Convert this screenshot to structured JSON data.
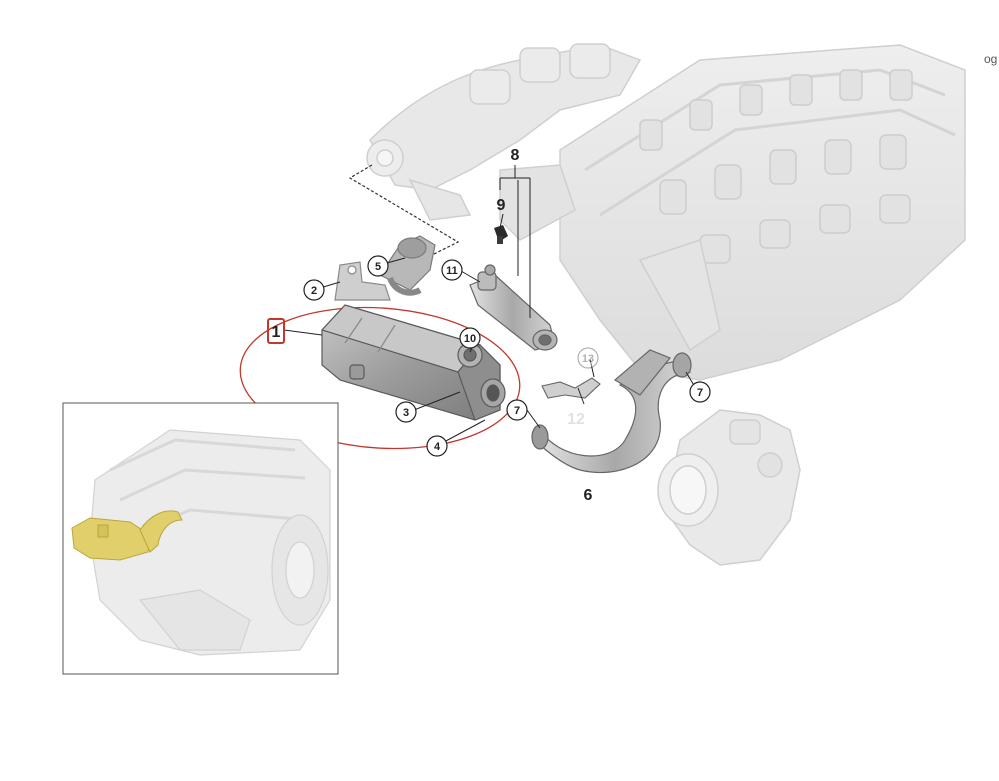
{
  "corner_text": "og",
  "callouts": {
    "c1": "1",
    "c2": "2",
    "c3": "3",
    "c4": "4",
    "c5": "5",
    "c6": "6",
    "c7a": "7",
    "c7b": "7",
    "c8": "8",
    "c9": "9",
    "c10": "10",
    "c11": "11",
    "c12": "12",
    "c13": "13"
  },
  "colors": {
    "background": "#ffffff",
    "engine_ghost": "#e6e6e6",
    "part_gray": "#a9a9a9",
    "highlight_ellipse": "#c0392b",
    "highlight_box": "#c0392b",
    "inset_part": "#e0cf6a"
  }
}
